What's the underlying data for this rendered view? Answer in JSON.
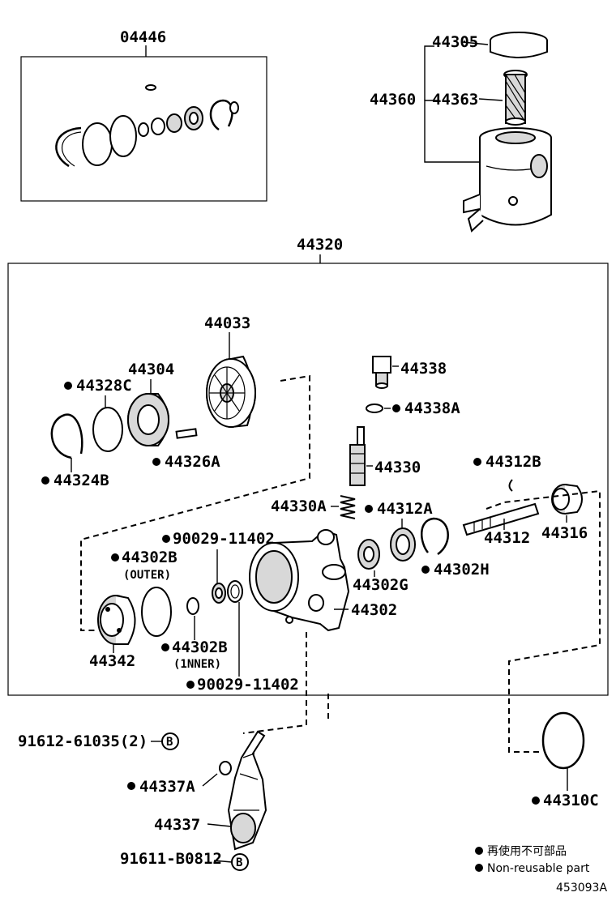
{
  "labels": {
    "kit": "04446",
    "cap": "44305",
    "reservoir": "44360",
    "strainer": "44363",
    "pump_assy": "44320",
    "pulley": "44033",
    "bearing": "44304",
    "snap_ring_c": "44328C",
    "snap_ring_b": "44324B",
    "pin": "44326A",
    "union": "44338",
    "union_oring": "44338A",
    "valve": "44330",
    "valve_spring": "44330A",
    "snap_ring_12b": "44312B",
    "seal_12a": "44312A",
    "shaft": "44312",
    "rotor": "44316",
    "oring_9002": "90029-11402",
    "oring_outer": "44302B",
    "outer_note": "(OUTER)",
    "seal_g": "44302G",
    "snap_h": "44302H",
    "housing": "44302",
    "cover": "44342",
    "oring_inner": "44302B",
    "inner_note": "(1NNER)",
    "oring_9002_b": "90029-11402",
    "bolt_1": "91612-61035(2)",
    "o_ring_37a": "44337A",
    "pipe": "44337",
    "bolt_2": "91611-B0812",
    "oring_10c": "44310C",
    "bolt_badge": "B"
  },
  "legend": {
    "jp": "再使用不可部品",
    "en": "Non-reusable part"
  },
  "ref": "453093A"
}
